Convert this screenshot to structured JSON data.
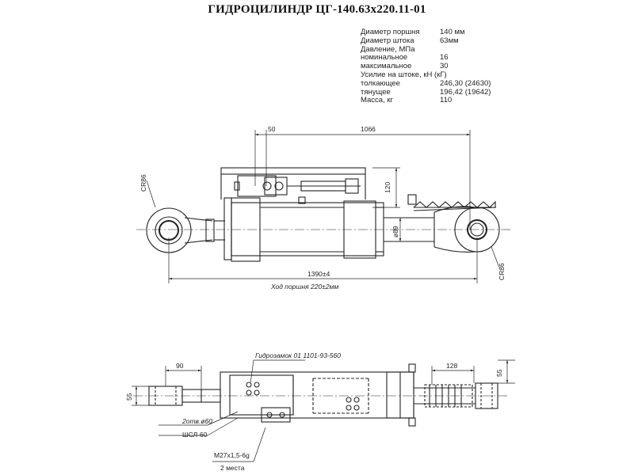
{
  "title": "ГИДРОЦИЛИНДР ЦГ-140.63х220.11-01",
  "specs": [
    {
      "label": "Диаметр поршня",
      "value": "140 мм"
    },
    {
      "label": "Диаметр штока",
      "value": "63мм"
    },
    {
      "label": "Давление, МПа",
      "value": ""
    },
    {
      "label": "номинальное",
      "value": "16"
    },
    {
      "label": "максимальное",
      "value": "30"
    },
    {
      "label": "Усилие на штоке, кН (кГ)",
      "value": ""
    },
    {
      "label": "толкающее",
      "value": "246,30 (24630)"
    },
    {
      "label": "тянущее",
      "value": "196,42 (19642)"
    },
    {
      "label": "Масса, кг",
      "value": "110"
    }
  ],
  "dims": {
    "d50": "50",
    "d1066": "1066",
    "d120": "120",
    "r86_left": "СR86",
    "r86_right": "СR86",
    "dia89": "ø89",
    "len1390": "1390±4",
    "stroke": "Ход поршня 220±2мм",
    "d90": "90",
    "d55_left": "55",
    "d128": "128",
    "d55_right": "55",
    "valve": "Гидрозамок 01 1101-93-560",
    "holes": "2отв.ø60",
    "shl": "ШСЛ-60",
    "thread": "М27х1,5-6g",
    "places": "2 места"
  }
}
